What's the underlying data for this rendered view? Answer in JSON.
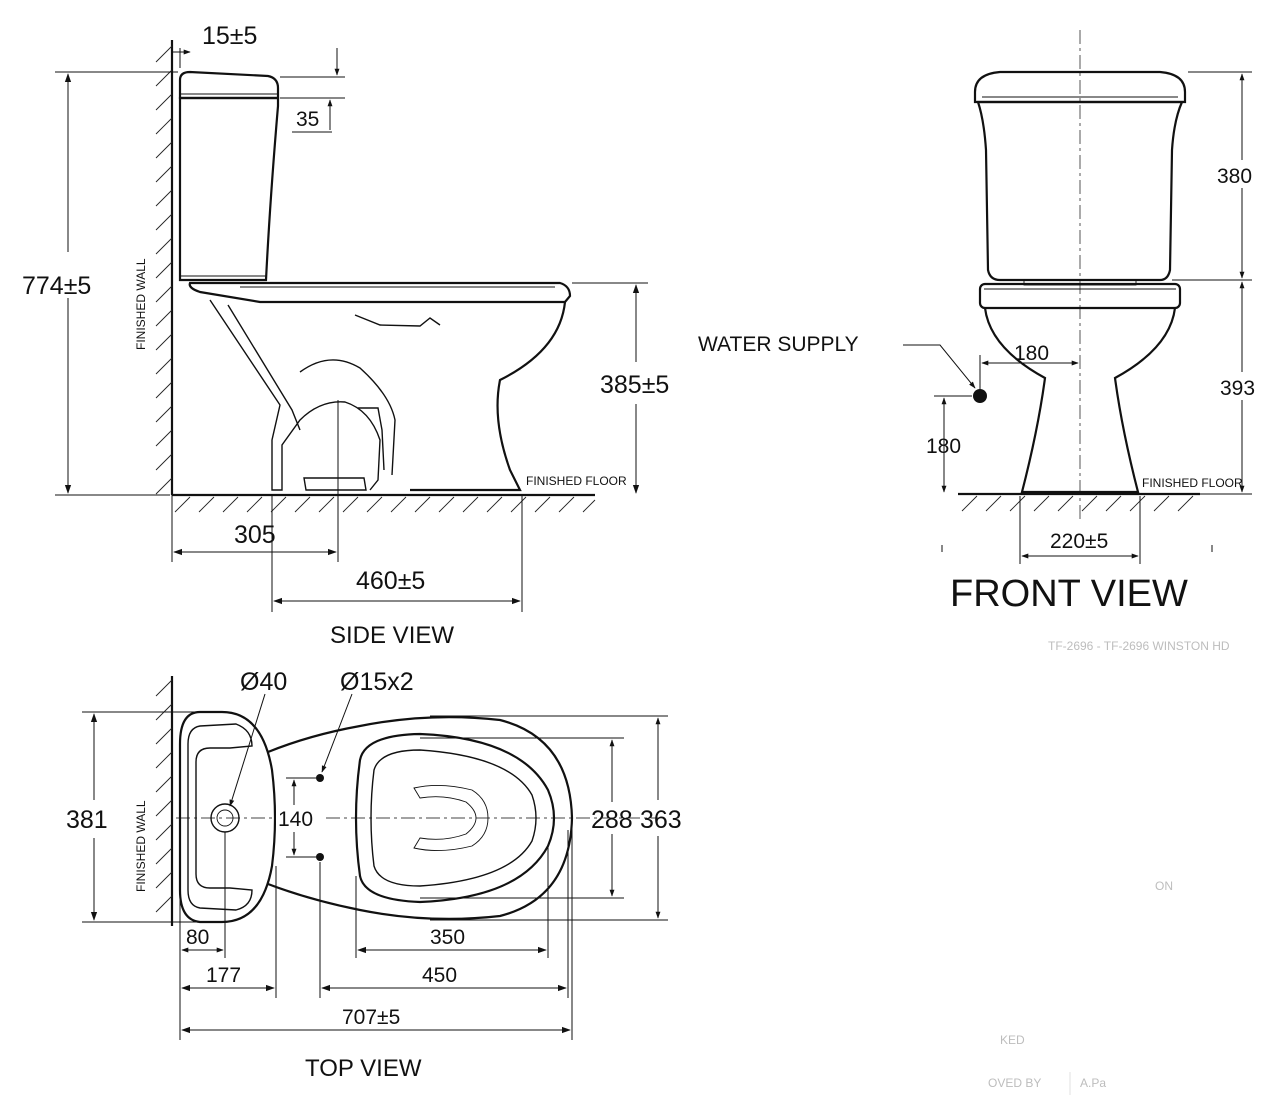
{
  "side_view": {
    "title": "SIDE VIEW",
    "wall_label": "FINISHED WALL",
    "floor_label": "FINISHED FLOOR",
    "dim_wall_gap": "15±5",
    "dim_lid": "35",
    "dim_height": "774±5",
    "dim_seat_height": "385±5",
    "dim_outlet": "305",
    "dim_depth": "460±5"
  },
  "front_view": {
    "title": "FRONT VIEW",
    "water_supply_label": "WATER SUPPLY",
    "floor_label": "FINISHED FLOOR",
    "dim_tank_height": "380",
    "dim_bowl_height": "393",
    "dim_supply_offset": "180",
    "dim_supply_height": "180",
    "dim_base_width": "220±5"
  },
  "top_view": {
    "title": "TOP VIEW",
    "wall_label": "FINISHED WALL",
    "dim_drain_dia": "Ø40",
    "dim_bolt_holes": "Ø15x2",
    "dim_width_tank": "381",
    "dim_bolt_spacing": "140",
    "dim_seat_width": "288",
    "dim_bowl_width": "363",
    "dim_tank_depth": "80",
    "dim_seat_length": "350",
    "dim_tank_to_drain": "177",
    "dim_bolt_to_front": "450",
    "dim_total_length": "707±5"
  },
  "faint_texts": {
    "model": "TF-2696 - TF-2696 WINSTON HD",
    "approved_by": "OVED BY",
    "approver": "A.Pa",
    "checked": "KED",
    "on": "ON"
  }
}
